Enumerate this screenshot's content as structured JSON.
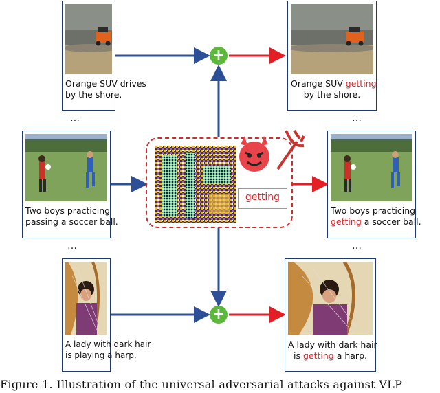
{
  "left_column": {
    "card_1": {
      "caption_line1": "Orange SUV drives",
      "caption_line2": "by the shore."
    },
    "card_2": {
      "caption_line1": "Two boys practicing",
      "caption_line2": "passing a soccer ball."
    },
    "card_3": {
      "caption_line1": "A lady with dark hair",
      "caption_line2": "is playing a harp."
    },
    "ellipsis": "…"
  },
  "right_column": {
    "card_1": {
      "caption_prefix": "Orange SUV ",
      "caption_adv": "getting",
      "caption_line2": "by the shore."
    },
    "card_2": {
      "caption_line1": "Two boys practicing",
      "caption_adv": "getting",
      "caption_suffix": " a soccer ball."
    },
    "card_3": {
      "caption_line1": "A lady with dark hair",
      "caption_prefix": "is ",
      "caption_adv": "getting",
      "caption_suffix": " a harp."
    },
    "ellipsis": "…"
  },
  "center": {
    "trigger_word": "getting",
    "plus_symbol": "+",
    "icons": [
      "devil-emoji-icon",
      "trident-icon"
    ]
  },
  "colors": {
    "card_border": "#1f3a6e",
    "clean_arrow": "#2d4f97",
    "adv_arrow": "#e31e24",
    "adv_text": "#e31e24",
    "plus": "#5cb83a"
  },
  "figure_caption": "Figure 1. Illustration of the universal adversarial attacks against VLP"
}
